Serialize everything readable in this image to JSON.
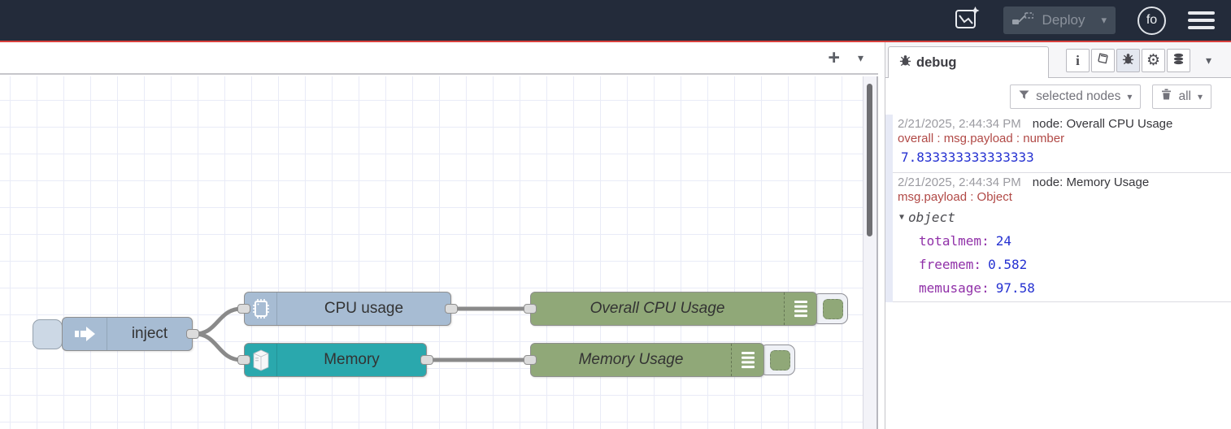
{
  "header": {
    "deploy_label": "Deploy",
    "avatar_text": "fo"
  },
  "icons": {
    "plus": "+",
    "caret": "▾",
    "collapse": "▼",
    "info": "i",
    "gear": "⚙",
    "names": [
      "flow-export-icon",
      "deploy-icon",
      "avatar",
      "menu-icon",
      "bug-icon",
      "info-icon",
      "book-icon",
      "gear-icon",
      "database-icon",
      "filter-icon",
      "trash-icon",
      "inject-arrow-icon",
      "cpu-chip-icon",
      "server-icon",
      "debug-list-icon"
    ]
  },
  "canvas": {
    "nodes": {
      "inject": {
        "label": "inject"
      },
      "cpu": {
        "label": "CPU usage"
      },
      "memory": {
        "label": "Memory"
      },
      "debug_cpu": {
        "label": "Overall CPU Usage"
      },
      "debug_mem": {
        "label": "Memory Usage"
      }
    }
  },
  "sidebar": {
    "tab_label": "debug",
    "filter_label": "selected nodes",
    "clear_label": "all",
    "messages": [
      {
        "timestamp": "2/21/2025, 2:44:34 PM",
        "node": "node: Overall CPU Usage",
        "meta": "overall : msg.payload : number",
        "value": "7.833333333333333"
      },
      {
        "timestamp": "2/21/2025, 2:44:34 PM",
        "node": "node: Memory Usage",
        "meta": "msg.payload : Object",
        "object_label": "object",
        "fields": [
          {
            "key": "totalmem:",
            "value": "24"
          },
          {
            "key": "freemem:",
            "value": "0.582"
          },
          {
            "key": "memusage:",
            "value": "97.58"
          }
        ]
      }
    ]
  },
  "colors": {
    "header_bg": "#232b3a",
    "accent_red": "#d8403d",
    "node_blue": "#a7bcd3",
    "node_teal": "#2aa8ad",
    "node_green": "#90a878",
    "wire_gray": "#8a8a8a",
    "grid_line": "#e9ebf7",
    "debug_meta_red": "#b14946",
    "debug_value_blue": "#2531d1",
    "debug_key_purple": "#9030a8"
  }
}
